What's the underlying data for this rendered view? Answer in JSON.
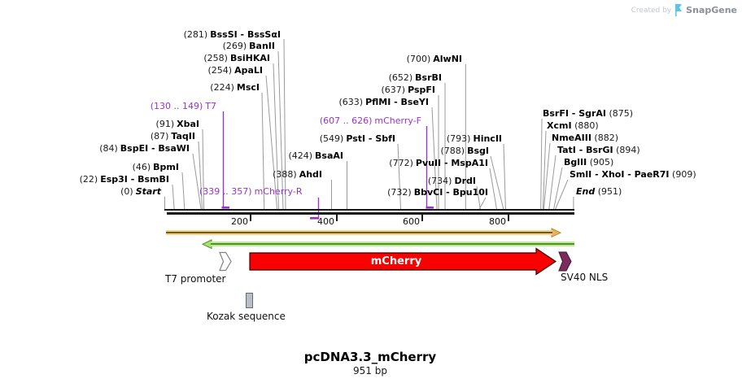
{
  "watermark": {
    "created_by": "Created by",
    "brand": "SnapGene"
  },
  "title": {
    "name": "pcDNA3.3_mCherry",
    "length": "951 bp"
  },
  "ruler": {
    "ticks": [
      "200",
      "400",
      "600",
      "800"
    ]
  },
  "sites": [
    {
      "pos": "(281)",
      "name": "BssSI - BssSαI"
    },
    {
      "pos": "(269)",
      "name": "BanII"
    },
    {
      "pos": "(258)",
      "name": "BsiHKAI"
    },
    {
      "pos": "(254)",
      "name": "ApaLI"
    },
    {
      "pos": "(224)",
      "name": "MscI"
    },
    {
      "pos": "(91)",
      "name": "XbaI"
    },
    {
      "pos": "(87)",
      "name": "TaqII"
    },
    {
      "pos": "(84)",
      "name": "BspEI - BsaWI"
    },
    {
      "pos": "(46)",
      "name": "BpmI"
    },
    {
      "pos": "(22)",
      "name": "Esp3I - BsmBI"
    },
    {
      "pos": "(0)",
      "name": "Start"
    },
    {
      "pos": "(700)",
      "name": "AlwNI"
    },
    {
      "pos": "(652)",
      "name": "BsrBI"
    },
    {
      "pos": "(637)",
      "name": "PspFI"
    },
    {
      "pos": "(633)",
      "name": "PflMI - BseYI"
    },
    {
      "pos": "(549)",
      "name": "PstI - SbfI"
    },
    {
      "pos": "(424)",
      "name": "BsaAI"
    },
    {
      "pos": "(388)",
      "name": "AhdI"
    },
    {
      "pos": "(732)",
      "name": "BbvCI - Bpu10I"
    },
    {
      "pos": "(734)",
      "name": "DrdI"
    },
    {
      "pos": "(772)",
      "name": "PvuII - MspA1I"
    },
    {
      "pos": "(788)",
      "name": "BsgI"
    },
    {
      "pos": "(793)",
      "name": "HincII"
    },
    {
      "pos": "(875)",
      "name": "BsrFI - SgrAI"
    },
    {
      "pos": "(880)",
      "name": "XcmI"
    },
    {
      "pos": "(882)",
      "name": "NmeAIII"
    },
    {
      "pos": "(894)",
      "name": "TatI - BsrGI"
    },
    {
      "pos": "(905)",
      "name": "BglII"
    },
    {
      "pos": "(909)",
      "name": "SmlI - XhoI - PaeR7I"
    },
    {
      "pos": "(951)",
      "name": "End"
    }
  ],
  "primers": [
    {
      "pos": "(130 .. 149)",
      "name": "T7"
    },
    {
      "pos": "(339 .. 357)",
      "name": "mCherry-R"
    },
    {
      "pos": "(607 .. 626)",
      "name": "mCherry-F"
    }
  ],
  "features": {
    "mcherry": "mCherry",
    "t7_promoter": "T7 promoter",
    "sv40_nls": "SV40 NLS",
    "kozak": "Kozak sequence"
  },
  "colors": {
    "primer_purple": "#9933CC",
    "site_line_gray": "#9a9a9a",
    "mcherry_red": "#FF0000",
    "amplicon_tan": "#F5D086",
    "amplicon_brown": "#6F5B1F",
    "product_green_light": "#BFEC8E",
    "product_green_dark": "#4E8F2F",
    "nls_plum": "#7D2B5E",
    "bar_black": "#1a1a1a"
  }
}
